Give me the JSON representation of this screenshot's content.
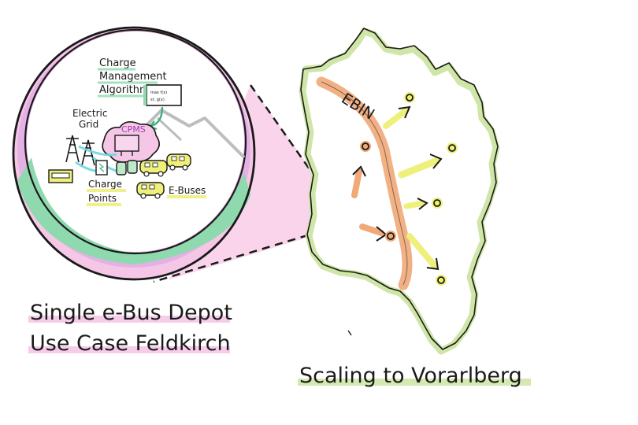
{
  "magnifier": {
    "labels": {
      "charge_management_line1": "Charge",
      "charge_management_line2": "Management",
      "charge_management_line3": "Algorithm",
      "algorithm_note_line1": "max f(x)",
      "algorithm_note_line2": "st. g(x)",
      "electric_grid_line1": "Electric",
      "electric_grid_line2": "Grid",
      "cpms": "CPMS",
      "charge_points_line1": "Charge",
      "charge_points_line2": "Points",
      "e_buses": "E-Buses"
    }
  },
  "map": {
    "ebin_label": "EBIN"
  },
  "captions": {
    "depot_line1": "Single e-Bus Depot",
    "depot_line2": "Use Case Feldkirch",
    "scaling": "Scaling to Vorarlberg"
  },
  "colors": {
    "magenta": "#c24bd0",
    "pink_fill": "#f6c6e6",
    "green_fill": "#8fd9ae",
    "map_green": "#cfe6a8",
    "orange": "#f1a978",
    "yellow": "#eef07a",
    "cyan": "#6fd6df",
    "ink": "#1a1a1a"
  }
}
